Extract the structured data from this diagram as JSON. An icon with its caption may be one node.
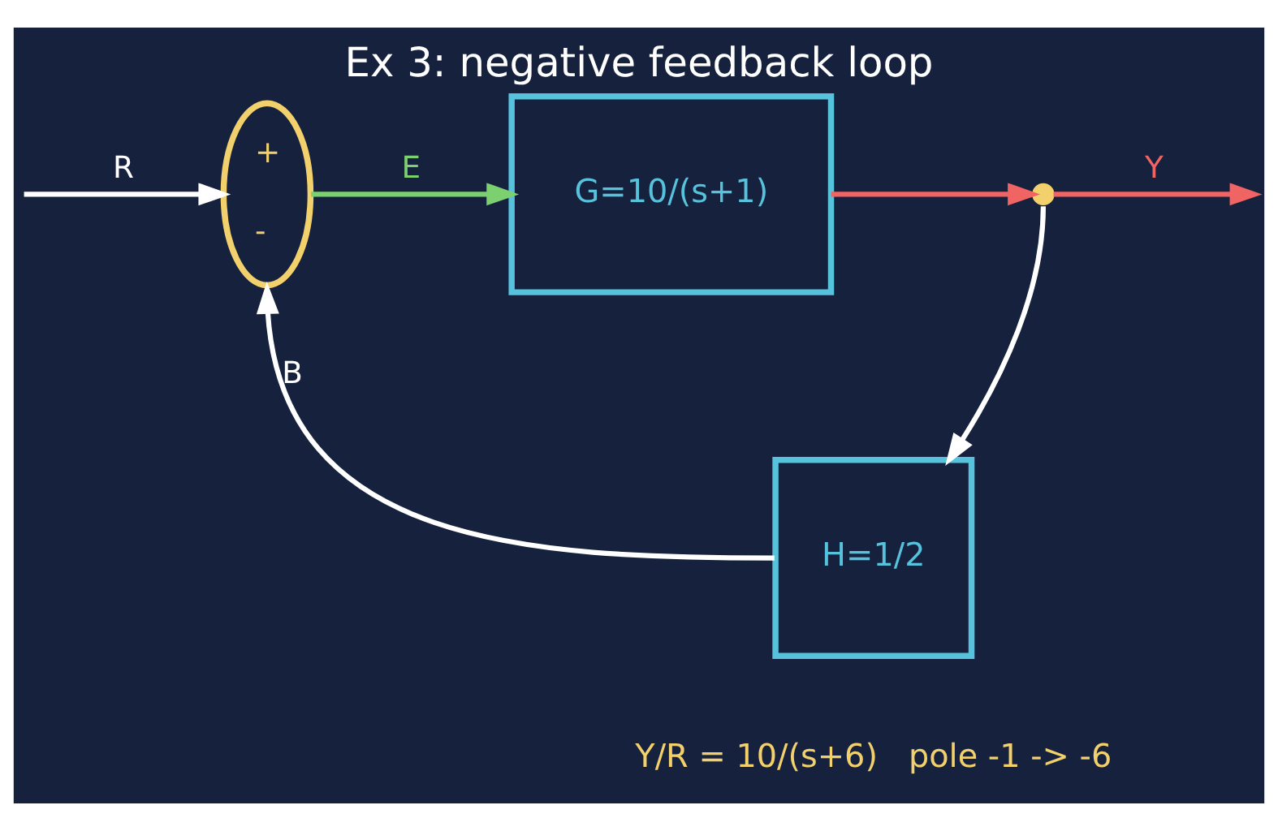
{
  "diagram": {
    "title": "Ex 3: negative feedback loop",
    "caption": "Y/R = 10/(s+6)   pole -1 -> -6",
    "nodes": [
      {
        "text": [
          "+",
          "-"
        ]
      },
      {
        "text": [
          "G=10/(s+1)"
        ]
      },
      {
        "text": [],
        "shape": "circle"
      },
      {
        "text": [
          "H=1/2"
        ]
      }
    ],
    "edges": [
      {
        "from": null,
        "to": 0,
        "arrow": "to",
        "label": "R"
      },
      {
        "from": 0,
        "to": 1,
        "arrow": "to",
        "label": "E",
        "color": "#7dd070"
      },
      {
        "from": 1,
        "to": 2,
        "arrow": "to",
        "color": "#f06464"
      },
      {
        "from": 2,
        "to": null,
        "arrow": "to",
        "label": "Y",
        "color": "#f06464"
      },
      {
        "from": 2,
        "to": 3,
        "arrow": "to"
      },
      {
        "from": 3,
        "to": 0,
        "arrow": "to",
        "label": "B"
      }
    ]
  }
}
